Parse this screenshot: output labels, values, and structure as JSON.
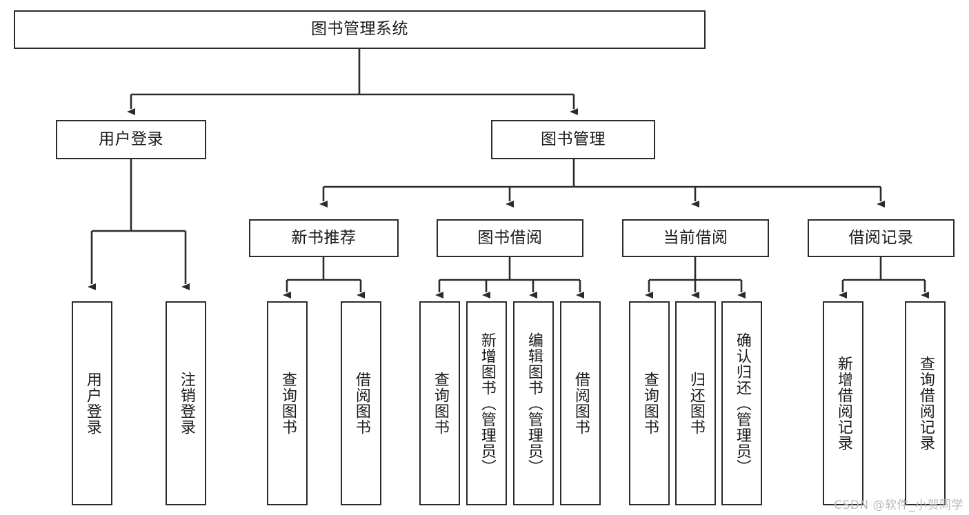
{
  "diagram": {
    "title": "图书管理系统",
    "root": {
      "label": "图书管理系统"
    },
    "level2": [
      {
        "label": "用户登录"
      },
      {
        "label": "图书管理"
      }
    ],
    "level3": [
      {
        "label": "新书推荐"
      },
      {
        "label": "图书借阅"
      },
      {
        "label": "当前借阅"
      },
      {
        "label": "借阅记录"
      }
    ],
    "leaves": {
      "user_login": [
        {
          "label": "用户登录"
        },
        {
          "label": "注销登录"
        }
      ],
      "new_book_recommend": [
        {
          "label": "查询图书"
        },
        {
          "label": "借阅图书"
        }
      ],
      "book_borrow": [
        {
          "label": "查询图书"
        },
        {
          "label": "新增图书（管理员）"
        },
        {
          "label": "编辑图书（管理员）"
        },
        {
          "label": "借阅图书"
        }
      ],
      "current_borrow": [
        {
          "label": "查询图书"
        },
        {
          "label": "归还图书"
        },
        {
          "label": "确认归还（管理员）"
        }
      ],
      "borrow_record": [
        {
          "label": "新增借阅记录"
        },
        {
          "label": "查询借阅记录"
        }
      ]
    },
    "watermark": "CSDN @软件_小贺同学",
    "colors": {
      "stroke": "#2b2b2b",
      "fill": "#ffffff",
      "text": "#1a1a1a",
      "watermark": "#b8b8b8"
    }
  }
}
